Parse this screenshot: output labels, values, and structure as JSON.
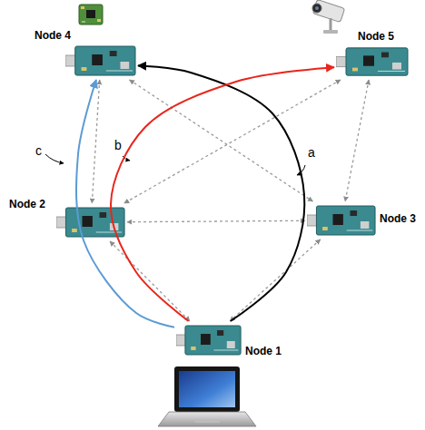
{
  "diagram": {
    "nodes": [
      {
        "text": [
          "Node 4"
        ]
      },
      {
        "text": [
          "Node 5"
        ]
      },
      {
        "text": [
          "Node 2"
        ]
      },
      {
        "text": [
          "Node 3"
        ]
      },
      {
        "text": [
          "Node 1"
        ]
      }
    ],
    "edges": [
      {
        "from": 0,
        "to": 2,
        "arrow": "both"
      },
      {
        "from": 1,
        "to": 3,
        "arrow": "both"
      },
      {
        "from": 2,
        "to": 3,
        "arrow": "both"
      },
      {
        "from": 0,
        "to": 3,
        "arrow": "both"
      },
      {
        "from": 1,
        "to": 2,
        "arrow": "both"
      },
      {
        "from": 2,
        "to": 4,
        "arrow": "both"
      },
      {
        "from": 3,
        "to": 4,
        "arrow": "both"
      },
      {
        "from": 4,
        "to": 0,
        "label": "a",
        "arrow": "to"
      },
      {
        "from": 4,
        "to": 1,
        "label": "b",
        "arrow": "to"
      },
      {
        "from": 4,
        "to": 0,
        "label": "c",
        "arrow": "to"
      }
    ]
  }
}
